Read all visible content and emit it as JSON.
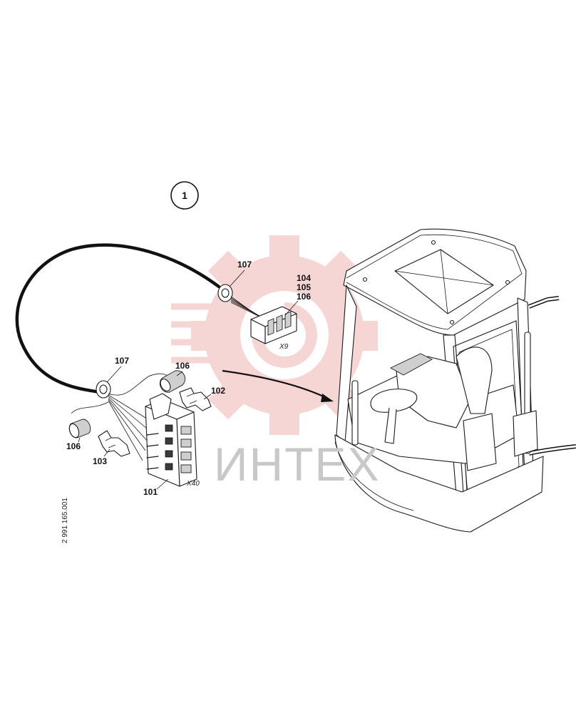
{
  "view_number": "1",
  "drawing_number": "2 991 165.001",
  "watermark": {
    "text": "ИНТЕХ",
    "color": "#e88a8a",
    "text_color": "#c8c8c8"
  },
  "callouts": {
    "p107a": "107",
    "p104": "104",
    "p105": "105",
    "p106a": "106",
    "p107b": "107",
    "p106b": "106",
    "p102": "102",
    "p106c": "106",
    "p103": "103",
    "p101": "101"
  },
  "connectors": {
    "x9": "X9",
    "x40": "X40"
  }
}
